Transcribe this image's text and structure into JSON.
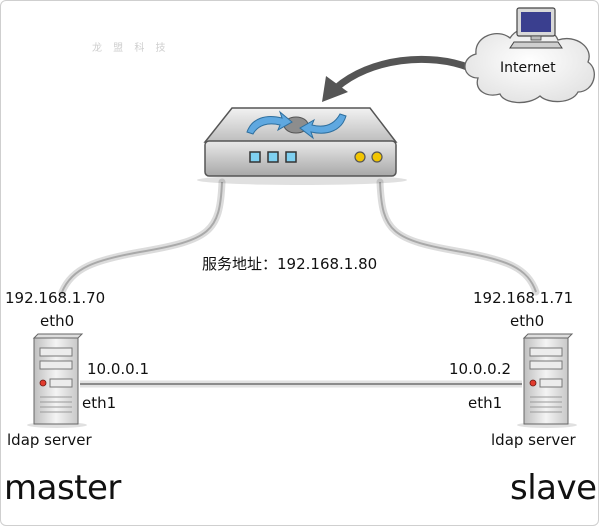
{
  "watermark": "龙 盟 科 技",
  "internet": {
    "label": "Internet"
  },
  "service": {
    "label": "服务地址：192.168.1.80"
  },
  "master": {
    "public_ip": "192.168.1.70",
    "public_iface": "eth0",
    "private_ip": "10.0.0.1",
    "private_iface": "eth1",
    "role_label": "ldap server",
    "name": "master"
  },
  "slave": {
    "public_ip": "192.168.1.71",
    "public_iface": "eth0",
    "private_ip": "10.0.0.2",
    "private_iface": "eth1",
    "role_label": "ldap server",
    "name": "slave"
  },
  "colors": {
    "router_body": "#c9c9c9",
    "router_arrows": "#5fa8e0",
    "led_yellow": "#f2c500",
    "port_blue": "#7fd0f0",
    "cable": "#bdbdbd",
    "arrow": "#555555"
  }
}
